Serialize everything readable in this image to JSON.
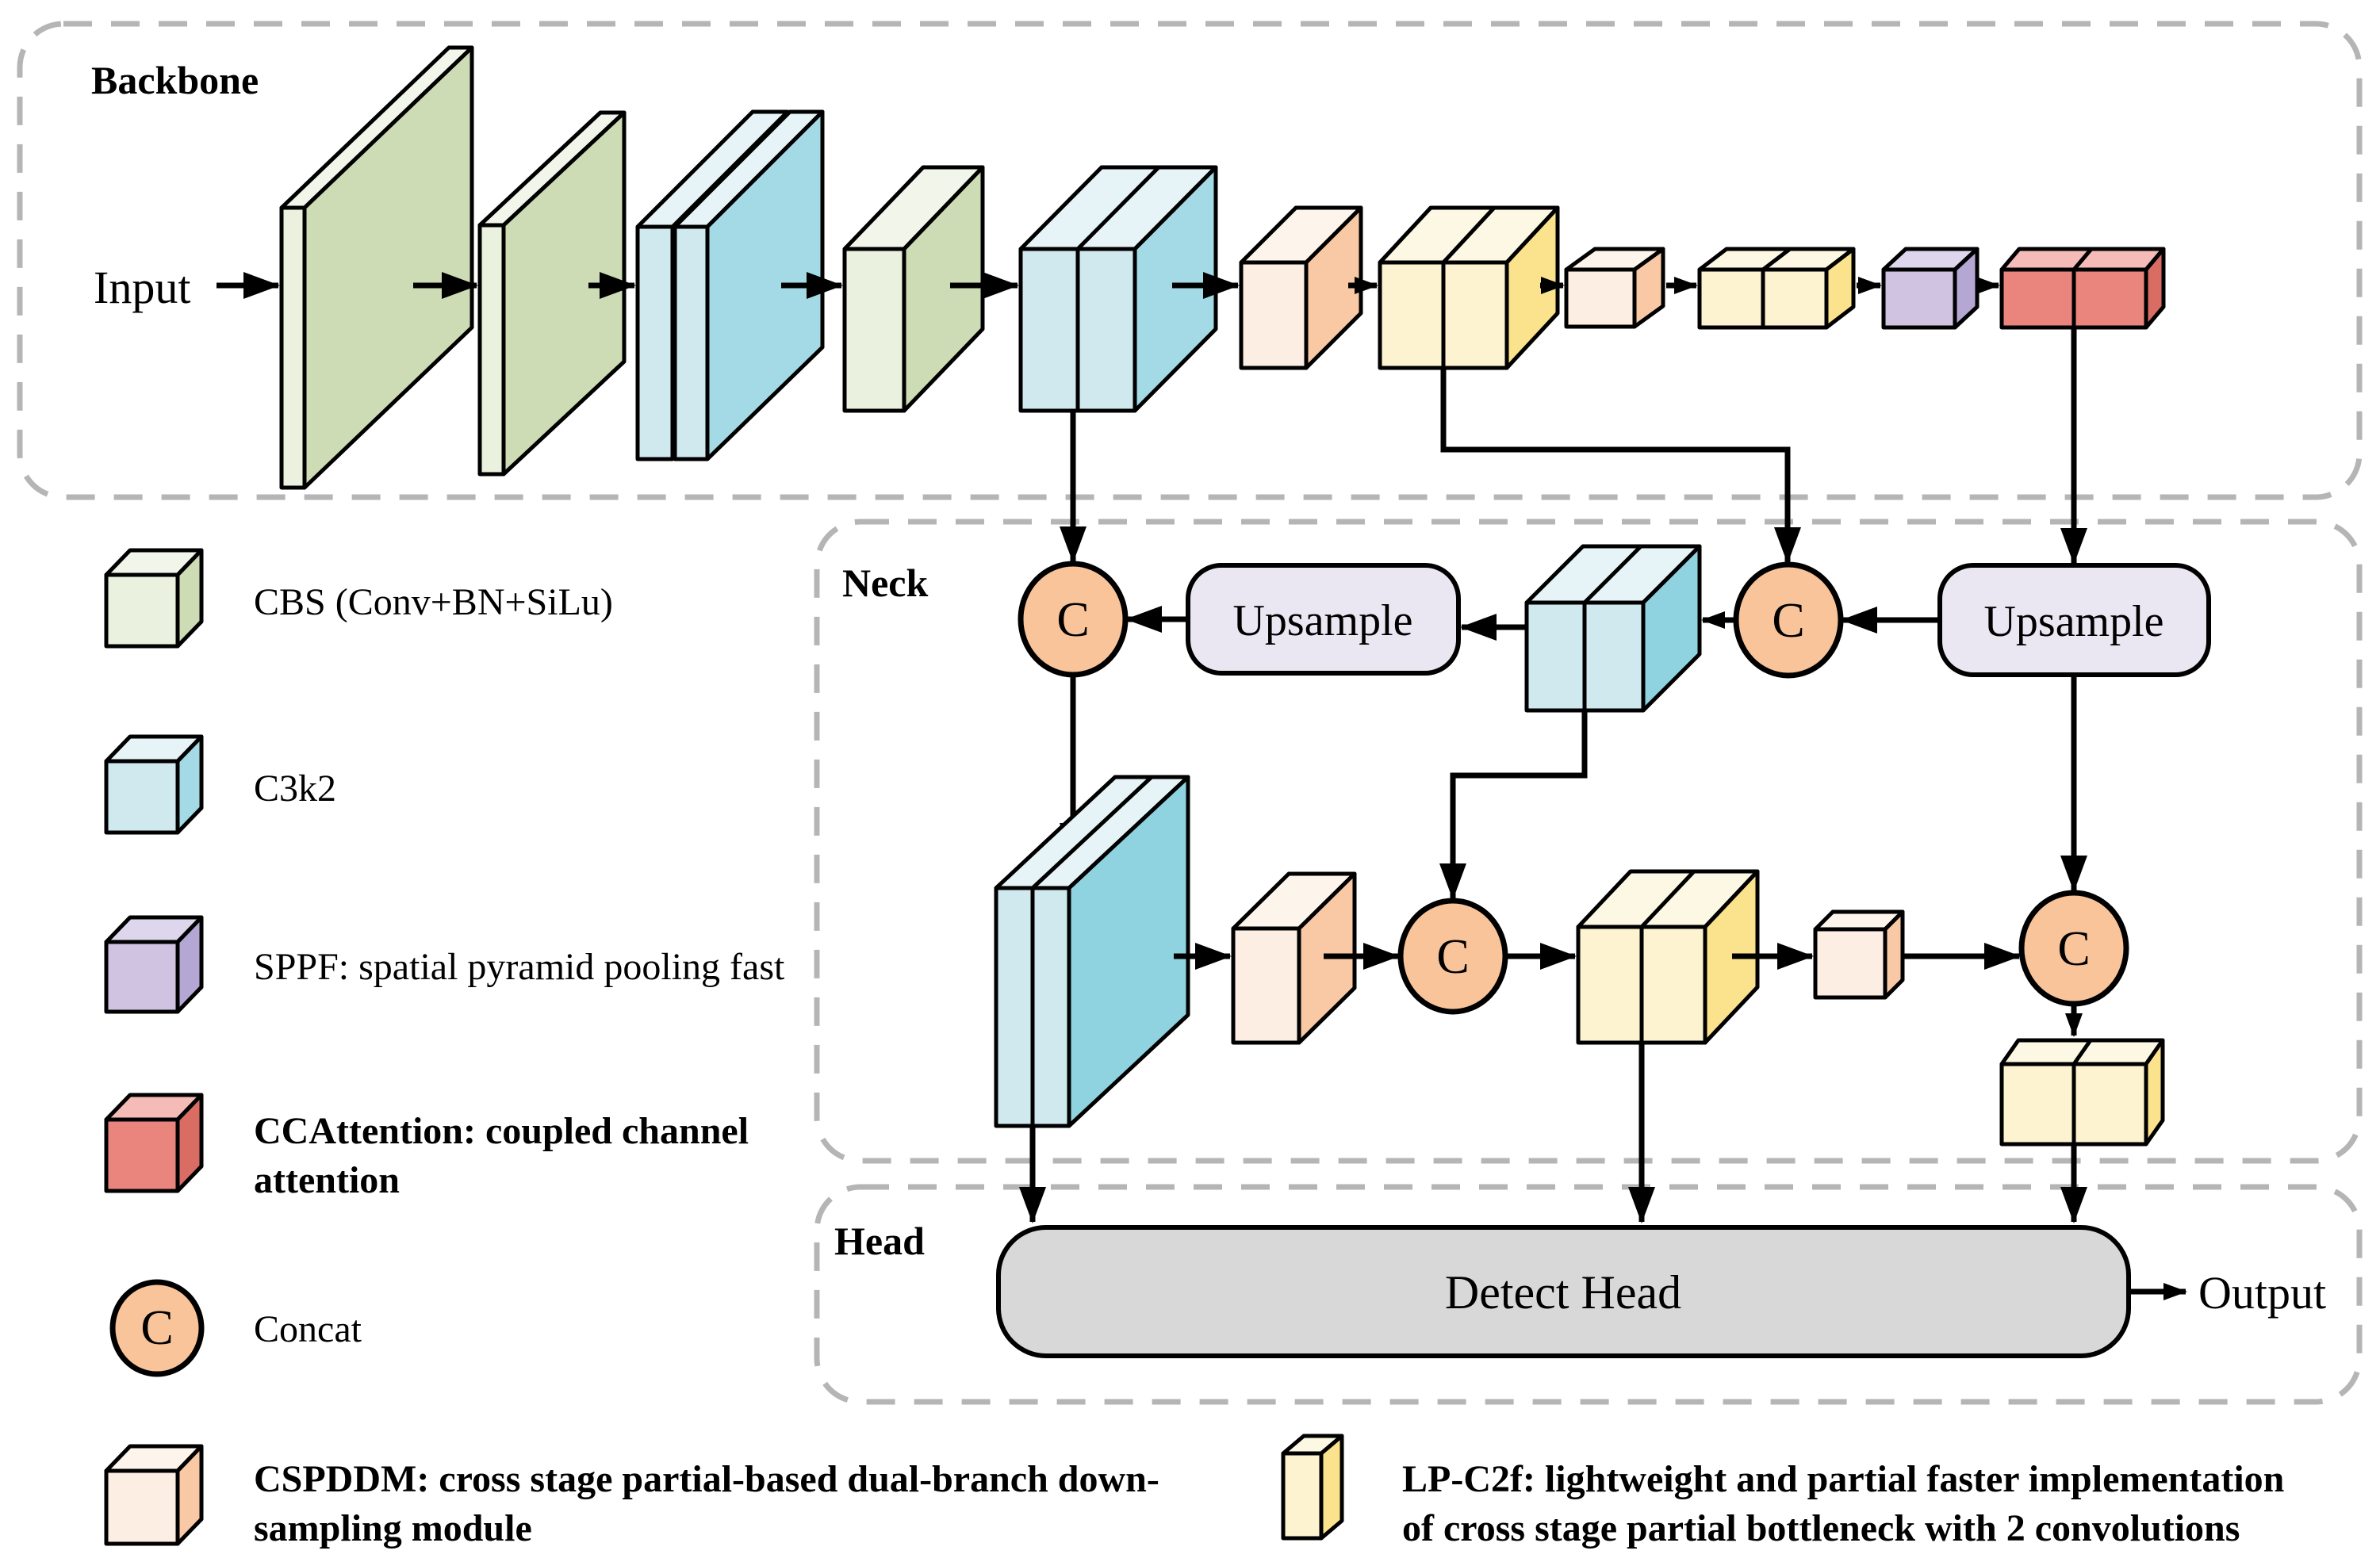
{
  "sections": {
    "backbone": "Backbone",
    "neck": "Neck",
    "head": "Head"
  },
  "labels": {
    "input": "Input",
    "output": "Output",
    "upsample": "Upsample",
    "concat": "C",
    "detect_head": "Detect Head"
  },
  "legend": [
    {
      "name": "cbs",
      "label": "CBS (Conv+BN+SiLu)"
    },
    {
      "name": "c3k2",
      "label": "C3k2"
    },
    {
      "name": "sppf",
      "label": "SPPF: spatial pyramid pooling fast"
    },
    {
      "name": "ccattention",
      "line1": "CCAttention: coupled channel",
      "line2": "attention"
    },
    {
      "name": "concat",
      "label": "Concat"
    },
    {
      "name": "cspddm",
      "line1": "CSPDDM: cross stage partial-based dual-branch down-",
      "line2": "sampling module"
    },
    {
      "name": "lp_c2f",
      "line1": "LP-C2f: lightweight and partial faster implementation",
      "line2": "of cross stage partial bottleneck with 2 convolutions"
    }
  ],
  "colors": {
    "cbs": {
      "front": "#eaf1de",
      "top": "#f2f6ea",
      "side": "#cddcb5"
    },
    "c3k2": {
      "front": "#cfe9ef",
      "top": "#e7f4f7",
      "side": "#a3dae5",
      "deep_side": "#8fd3e0"
    },
    "sppf": {
      "front": "#cfc3e1",
      "top": "#ded6ec",
      "side": "#b5a7d3"
    },
    "ccattention": {
      "front": "#e9857d",
      "top": "#f4bbb7",
      "side": "#d96d64"
    },
    "cspddm": {
      "front": "#fdeee3",
      "top": "#fdf4ec",
      "side": "#f9c9a5"
    },
    "lp_c2f": {
      "front": "#fdf3d0",
      "top": "#fdf8e3",
      "side": "#fbe28d"
    },
    "concat": "#f9c49a",
    "upsample_box": "#eae7f2",
    "detect_head_box": "#d8d8d8",
    "line": "#000000",
    "dashed_border": "#b5b5b5",
    "background": "#ffffff"
  }
}
